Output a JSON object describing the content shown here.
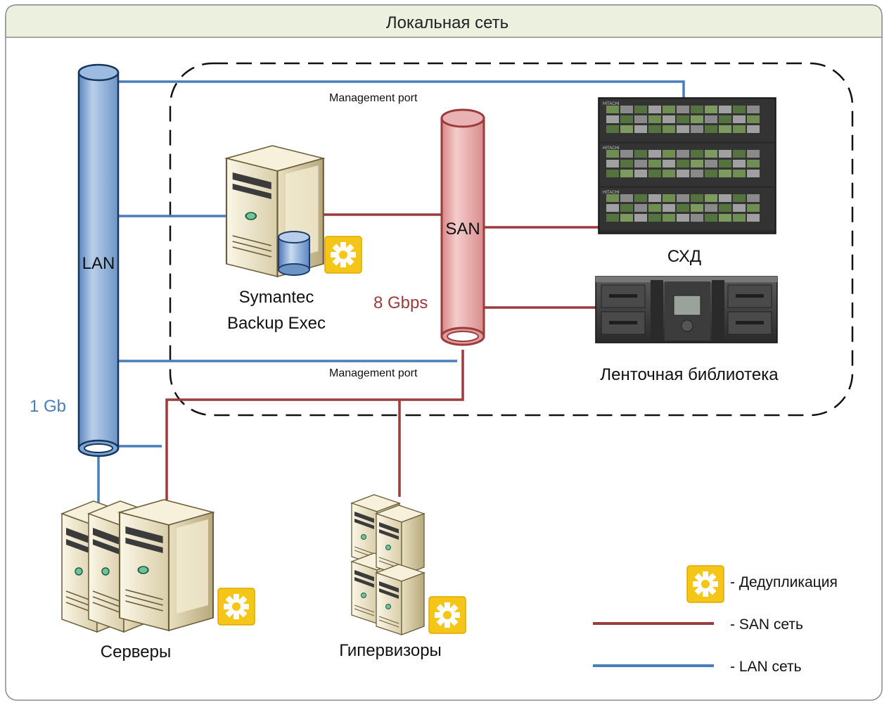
{
  "title": "Локальная сеть",
  "lan": {
    "label": "LAN",
    "speed": "1 Gb",
    "color": "#4a7ebb"
  },
  "san": {
    "label": "SAN",
    "speed": "8 Gbps",
    "color": "#9b3b3b"
  },
  "ports": {
    "top": "Management port",
    "bottom": "Management port"
  },
  "nodes": {
    "backup_line1": "Symantec",
    "backup_line2": "Backup Exec",
    "storage": "СХД",
    "storage_brand": "HITACHI",
    "tape": "Ленточная библиотека",
    "servers": "Серверы",
    "hypervisors": "Гипервизоры"
  },
  "legend": {
    "dedup": "- Дедупликация",
    "san": "- SAN сеть",
    "lan": "- LAN сеть"
  },
  "colors": {
    "header_bg": "#ebf1de",
    "lan_fill": "#95b3d7",
    "san_fill": "#e6a9a9",
    "dedup_badge": "#f5c518"
  },
  "icons": [
    "gear-icon",
    "server-icon",
    "database-icon",
    "storage-array-icon",
    "tape-library-icon"
  ]
}
